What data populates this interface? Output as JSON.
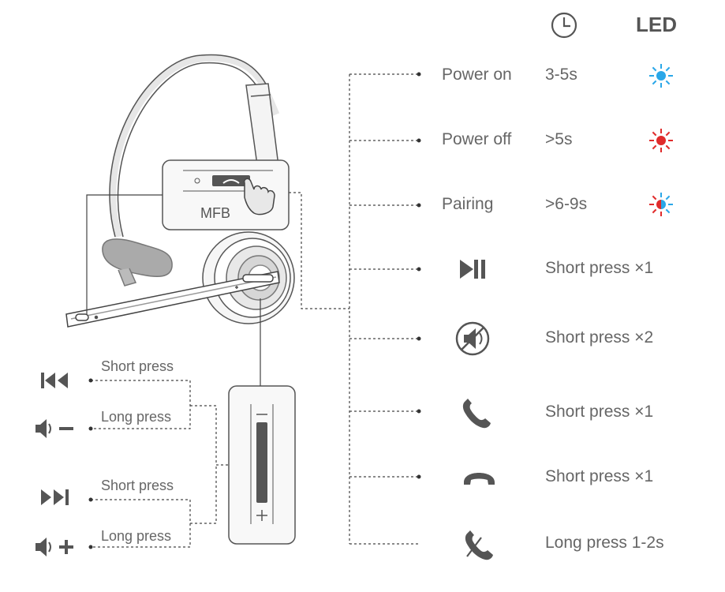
{
  "header": {
    "duration_icon": "clock-icon",
    "led_label": "LED"
  },
  "mfb_label": "MFB",
  "mfb_functions": [
    {
      "function": "Power on",
      "duration": "3-5s",
      "led_color": "#2aa7e8",
      "icon": "led-blue-icon"
    },
    {
      "function": "Power off",
      "duration": ">5s",
      "led_color": "#e02b2b",
      "icon": "led-red-icon"
    },
    {
      "function": "Pairing",
      "duration": ">6-9s",
      "led_color": "#e02b2b",
      "led_color_2": "#2aa7e8",
      "icon": "led-red-blue-icon"
    },
    {
      "icon": "play-pause-icon",
      "action": "Short press ×1"
    },
    {
      "icon": "mute-icon",
      "action": "Short press ×2"
    },
    {
      "icon": "answer-call-icon",
      "action": "Short press ×1"
    },
    {
      "icon": "end-call-icon",
      "action": "Short press ×1"
    },
    {
      "icon": "reject-call-icon",
      "action": "Long press 1-2s"
    }
  ],
  "volume_controls": [
    {
      "icon": "previous-track-icon",
      "action": "Short press"
    },
    {
      "icon": "volume-down-icon",
      "action": "Long press"
    },
    {
      "icon": "next-track-icon",
      "action": "Short press"
    },
    {
      "icon": "volume-up-icon",
      "action": "Long press"
    }
  ],
  "colors": {
    "line": "#444444",
    "text": "#666666",
    "outline": "#555555",
    "pad": "#aaaaaa"
  }
}
